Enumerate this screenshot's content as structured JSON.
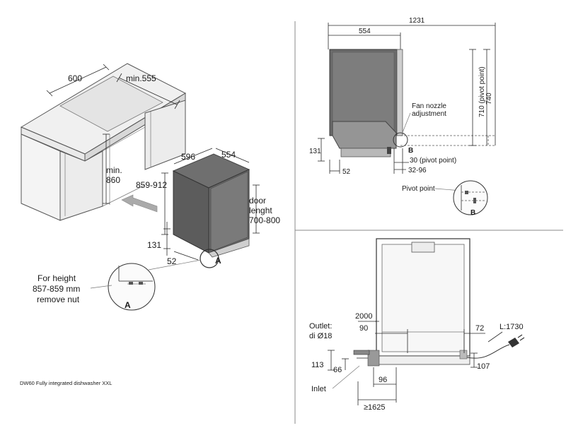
{
  "caption": "DW60 Fully integrated dishwasher XXL",
  "iso_view": {
    "dim_cabinet_depth": "600",
    "dim_cabinet_width": "min.555",
    "dim_niche_height_1": "min.",
    "dim_niche_height_2": "860",
    "dim_unit_width": "596",
    "dim_unit_depth": "554",
    "dim_height": "859-912",
    "door_1": "door",
    "door_2": "lenght",
    "door_3": "700-800",
    "dim_plinth": "131",
    "dim_foot": "52",
    "detail_a": "A",
    "note_1": "For height",
    "note_2": "857-859 mm",
    "note_3": "remove nut",
    "detail_a_callout": "A"
  },
  "side_view": {
    "dim_total": "1231",
    "dim_depth": "554",
    "dim_740": "740",
    "dim_710": "710 (pivot point)",
    "fan_1": "Fan nozzle",
    "fan_2": "adjustment",
    "detail_b": "B",
    "dim_131": "131",
    "dim_52": "52",
    "dim_30": "30 (pivot point)",
    "dim_32_96": "32-96",
    "pivot_label": "Pivot point",
    "detail_b_callout": "B"
  },
  "front_view": {
    "outlet_1": "Outlet:",
    "outlet_2": "di Ø18",
    "dim_2000": "2000",
    "dim_90": "90",
    "dim_72": "72",
    "cable": "L:1730",
    "dim_113": "113",
    "dim_66": "66",
    "dim_107": "107",
    "dim_96": "96",
    "inlet": "Inlet",
    "dim_1625": "≥1625"
  }
}
